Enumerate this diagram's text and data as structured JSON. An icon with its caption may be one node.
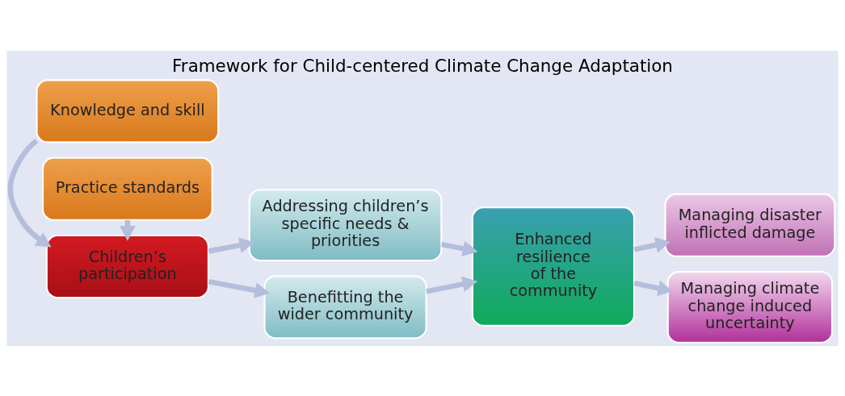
{
  "diagram": {
    "title": "Framework for Child-centered Climate Change Adaptation",
    "nodes": [
      {
        "text": [
          "Knowledge and skill"
        ]
      },
      {
        "text": [
          "Children’s participation"
        ]
      },
      {
        "text": [
          "Practice standards"
        ]
      },
      {
        "text": [
          "Addressing children’s specific needs & priorities"
        ]
      },
      {
        "text": [
          "Benefitting the wider community"
        ]
      },
      {
        "text": [
          "Enhanced resilience of the community"
        ]
      },
      {
        "text": [
          "Managing disaster inflicted damage"
        ]
      },
      {
        "text": [
          "Managing climate change induced uncertainty"
        ]
      }
    ],
    "edges": [
      {
        "from": 0,
        "to": 1,
        "arrow": "to"
      },
      {
        "from": 2,
        "to": 1,
        "arrow": "to"
      },
      {
        "from": 1,
        "to": 3,
        "arrow": "to"
      },
      {
        "from": 1,
        "to": 4,
        "arrow": "to"
      },
      {
        "from": 3,
        "to": 5,
        "arrow": "to"
      },
      {
        "from": 4,
        "to": 5,
        "arrow": "to"
      },
      {
        "from": 5,
        "to": 6,
        "arrow": "to"
      },
      {
        "from": 5,
        "to": 7,
        "arrow": "to"
      }
    ]
  }
}
